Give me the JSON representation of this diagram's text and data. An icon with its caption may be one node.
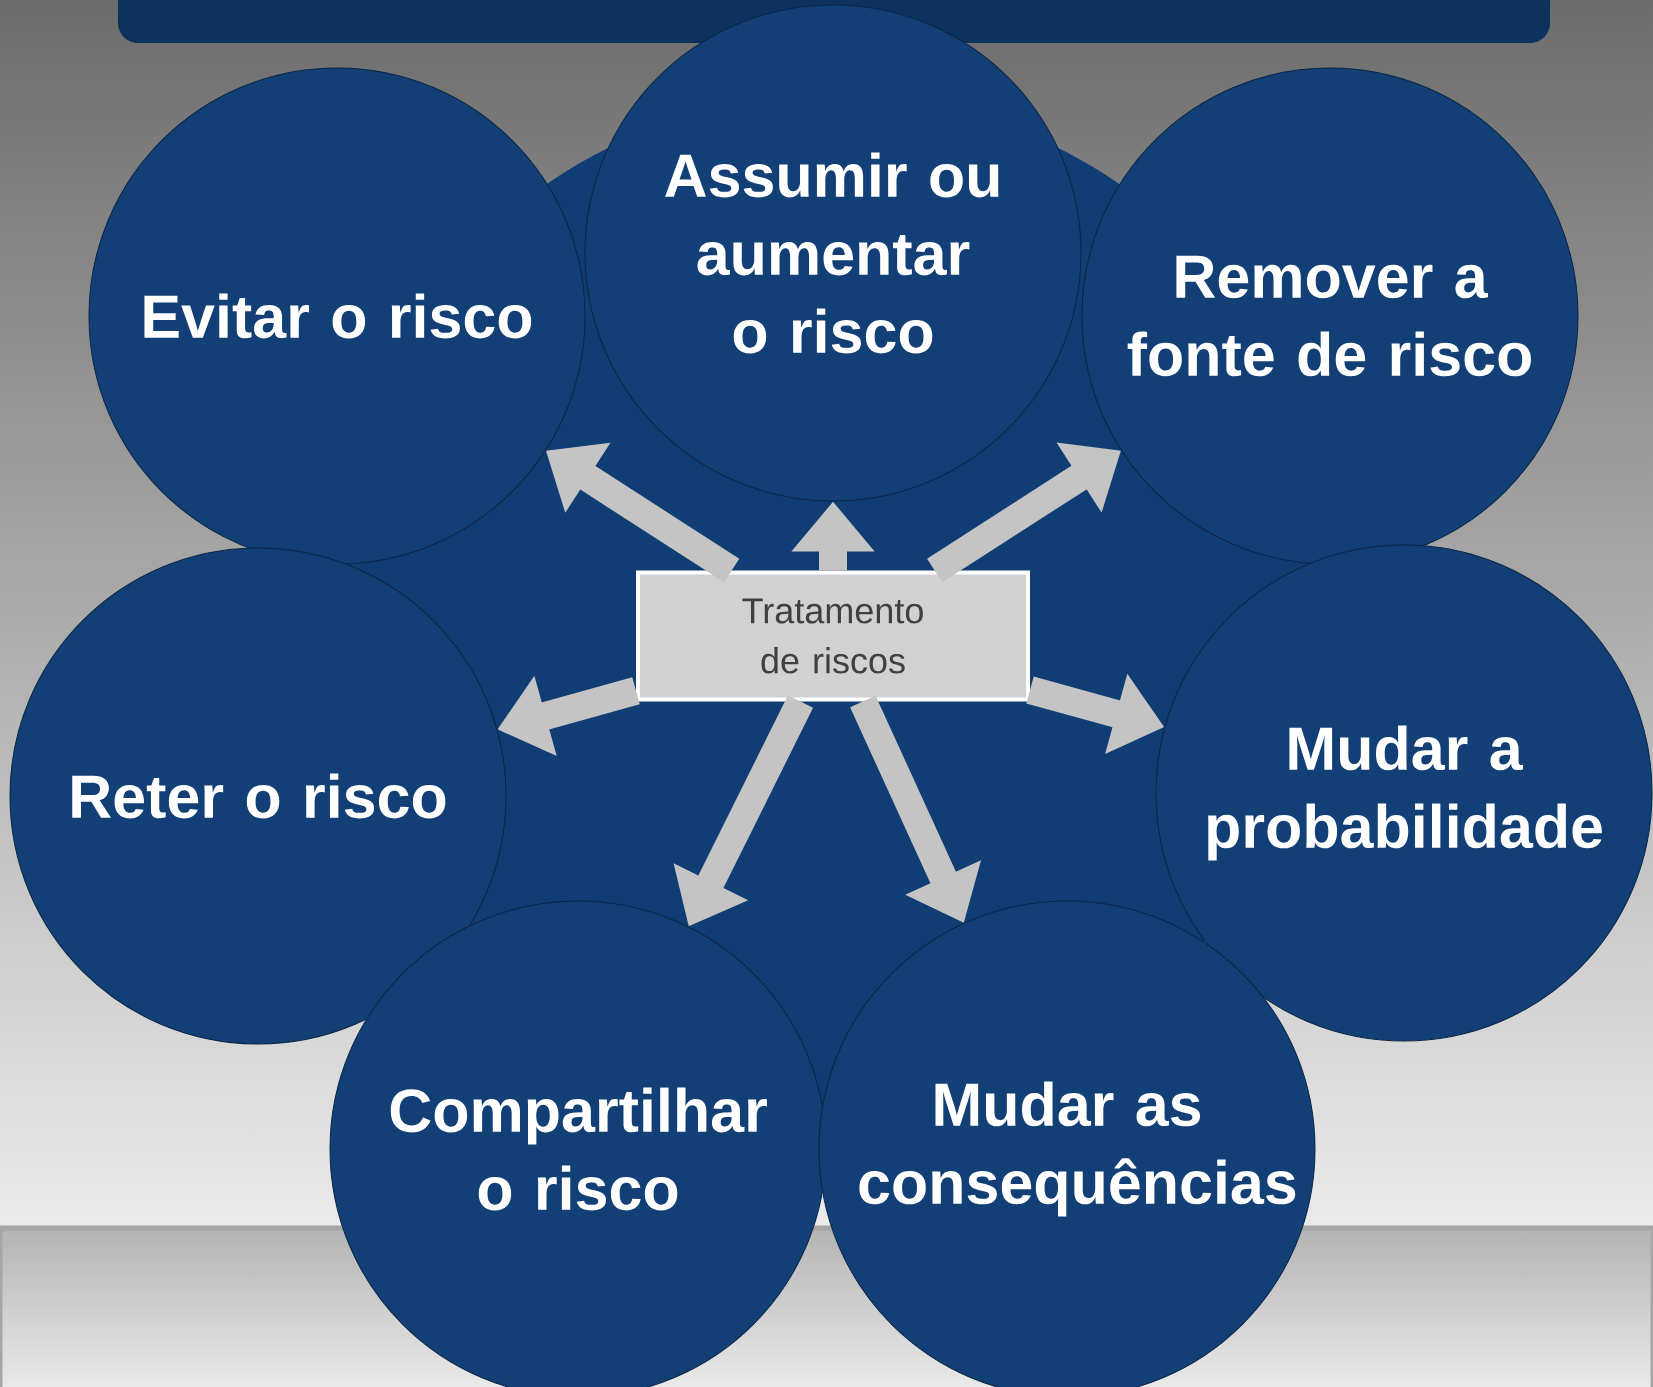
{
  "diagram": {
    "nodes": [
      {
        "text": [
          "Evitar o risco"
        ]
      },
      {
        "text": [
          "Assumir ou aumentar o risco"
        ]
      },
      {
        "text": [
          "Remover a fonte de risco"
        ]
      },
      {
        "text": [
          "Reter o risco"
        ]
      },
      {
        "text": [
          "Tratamento de riscos"
        ]
      },
      {
        "text": [
          "Mudar a probabilidade"
        ]
      },
      {
        "text": [
          "Compartilhar o risco"
        ]
      },
      {
        "text": [
          "Mudar as consequências"
        ]
      }
    ],
    "edges": [
      {
        "from": 4,
        "to": 0,
        "arrow": "to"
      },
      {
        "from": 4,
        "to": 1,
        "arrow": "to"
      },
      {
        "from": 4,
        "to": 2,
        "arrow": "to"
      },
      {
        "from": 4,
        "to": 3,
        "arrow": "to"
      },
      {
        "from": 4,
        "to": 5,
        "arrow": "to"
      },
      {
        "from": 4,
        "to": 6,
        "arrow": "to"
      },
      {
        "from": 4,
        "to": 7,
        "arrow": "to"
      }
    ]
  }
}
